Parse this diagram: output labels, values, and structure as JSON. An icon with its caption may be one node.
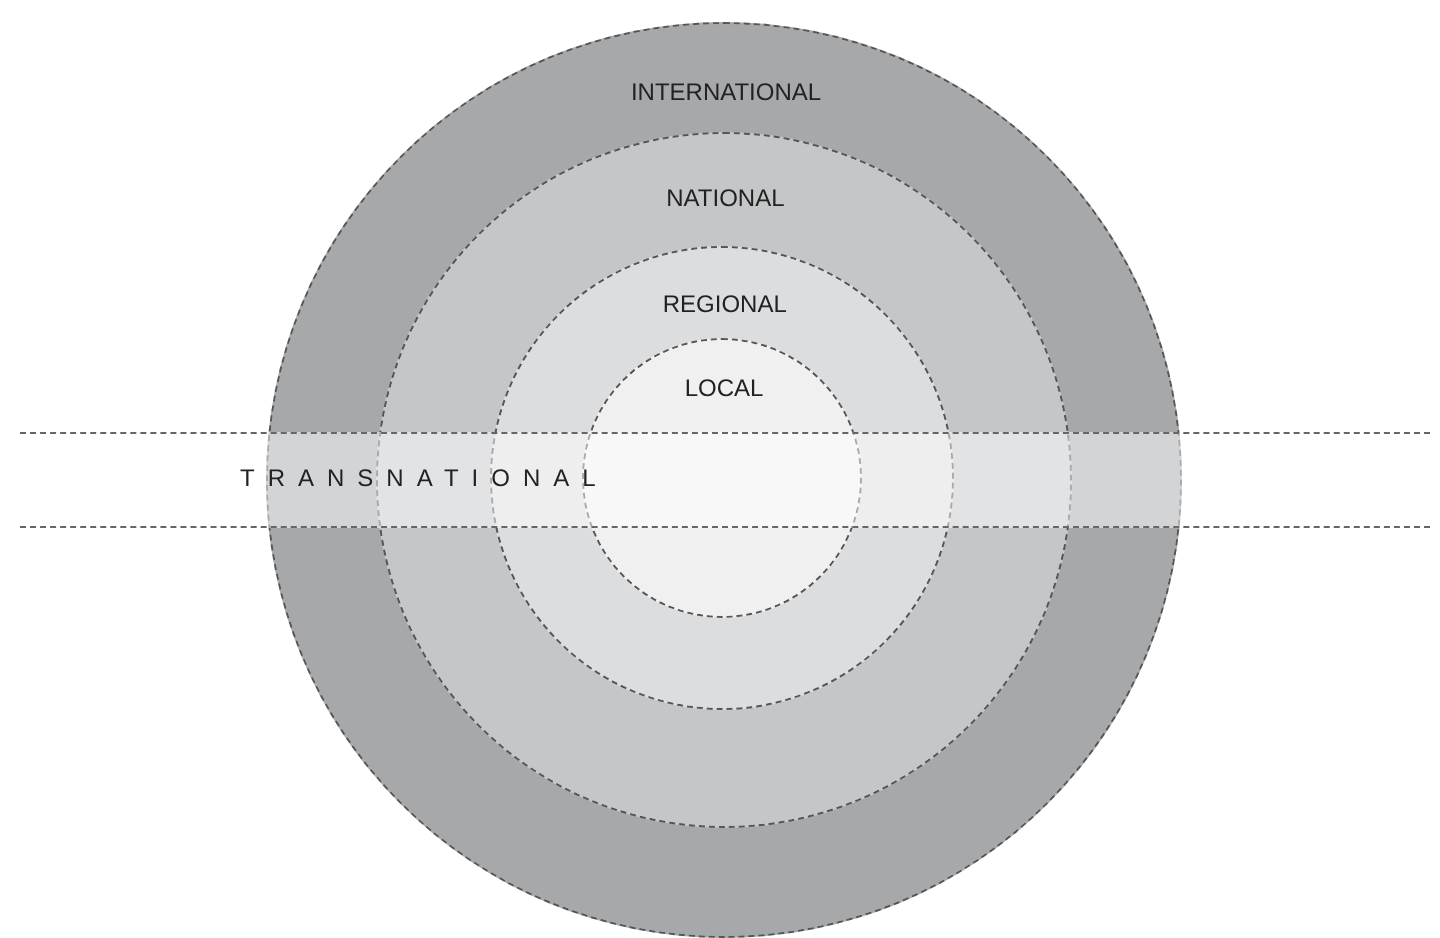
{
  "diagram": {
    "nodes": [
      {
        "text": [
          "INTERNATIONAL"
        ]
      },
      {
        "text": [
          "NATIONAL"
        ],
        "in": 0
      },
      {
        "text": [
          "REGIONAL"
        ],
        "in": 1
      },
      {
        "text": [
          "LOCAL"
        ],
        "in": 2
      },
      {
        "text": [
          "TRANSNATIONAL"
        ]
      }
    ]
  }
}
